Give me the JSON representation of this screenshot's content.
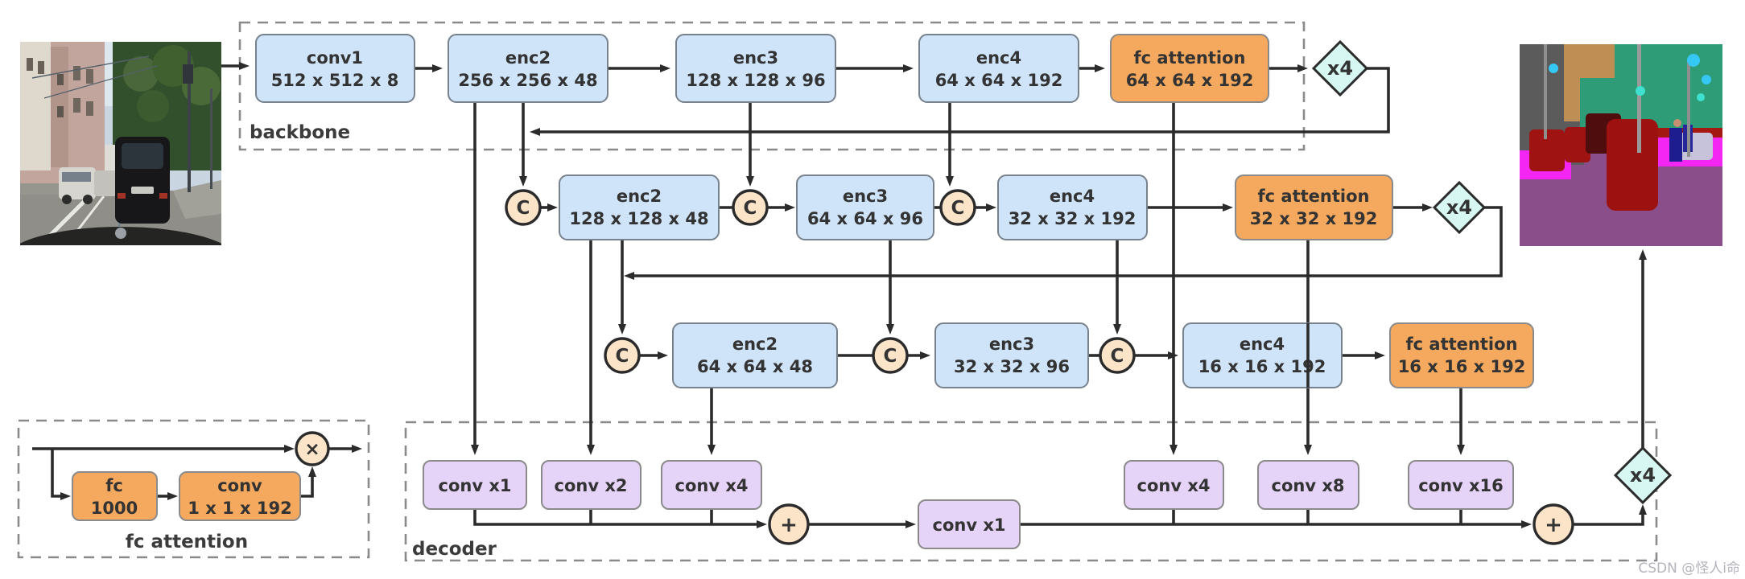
{
  "diagram": {
    "backbone_label": "backbone",
    "decoder_label": "decoder",
    "watermark": "CSDN @怪人i命",
    "scale_label": "x4",
    "concat_label": "C",
    "add_label": "+",
    "multiply_label": "×",
    "backbone_row": [
      {
        "title": "conv1",
        "dims": "512 x 512 x 8"
      },
      {
        "title": "enc2",
        "dims": "256 x 256 x 48"
      },
      {
        "title": "enc3",
        "dims": "128 x 128 x 96"
      },
      {
        "title": "enc4",
        "dims": "64 x 64 x 192"
      },
      {
        "title": "fc attention",
        "dims": "64 x 64 x 192"
      }
    ],
    "row2": [
      {
        "title": "enc2",
        "dims": "128 x 128 x 48"
      },
      {
        "title": "enc3",
        "dims": "64 x 64 x 96"
      },
      {
        "title": "enc4",
        "dims": "32 x 32 x 192"
      },
      {
        "title": "fc attention",
        "dims": "32 x 32 x 192"
      }
    ],
    "row3": [
      {
        "title": "enc2",
        "dims": "64 x 64 x 48"
      },
      {
        "title": "enc3",
        "dims": "32 x 32 x 96"
      },
      {
        "title": "enc4",
        "dims": "16 x 16 x 192"
      },
      {
        "title": "fc attention",
        "dims": "16 x 16 x 192"
      }
    ],
    "decoder_row": {
      "left": [
        "conv x1",
        "conv x2",
        "conv x4"
      ],
      "middle": "conv x1",
      "right": [
        "conv x4",
        "conv x8",
        "conv x16"
      ]
    },
    "legend": {
      "label": "fc attention",
      "fc_title": "fc",
      "fc_dims": "1000",
      "conv_title": "conv",
      "conv_dims": "1 x 1 x 192"
    },
    "colors": {
      "encoder_fill": "#cfe3f9",
      "attention_fill": "#f4a95e",
      "decoder_fill": "#e6d3f8",
      "node_fill": "#fbe4c8",
      "scale_fill": "#d7f7f2",
      "line": "#2b2b2b",
      "dashed_border": "#8a8a8a",
      "segmentation_road": "#8a4f8a",
      "segmentation_car": "#9e1111",
      "segmentation_vegetation": "#2d9c77",
      "segmentation_sidewalk": "#f426f4"
    }
  }
}
